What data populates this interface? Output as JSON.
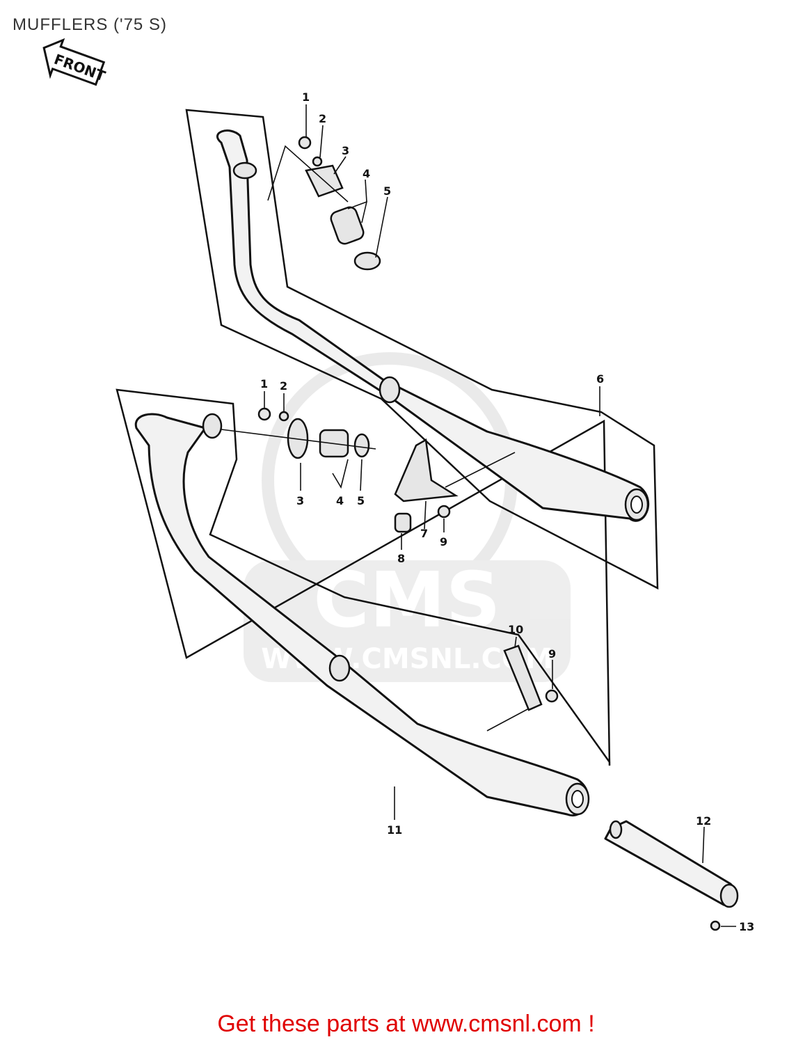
{
  "title": "MUFFLERS ('75 S)",
  "front_arrow_text": "FRONT",
  "watermark": {
    "logo_text": "CMS",
    "url_text": "WWW.CMSNL.COM",
    "color": "#d9d9d9"
  },
  "callouts": {
    "upper_nut": "1",
    "upper_washer": "2",
    "upper_flange": "3",
    "upper_gasket_pair": "4",
    "upper_ring": "5",
    "upper_muffler": "6",
    "lower_nut": "1",
    "lower_washer": "2",
    "lower_flange": "3",
    "lower_gasket_pair": "4",
    "lower_ring": "5",
    "bracket": "7",
    "grommet": "8",
    "bracket_nut": "9",
    "lower_bracket": "10",
    "lower_bracket_nut": "9",
    "lower_muffler": "11",
    "baffle": "12",
    "screw": "13"
  },
  "footer_link": "Get these parts at www.cmsnl.com !",
  "colors": {
    "link": "#e00000",
    "title": "#333333"
  }
}
